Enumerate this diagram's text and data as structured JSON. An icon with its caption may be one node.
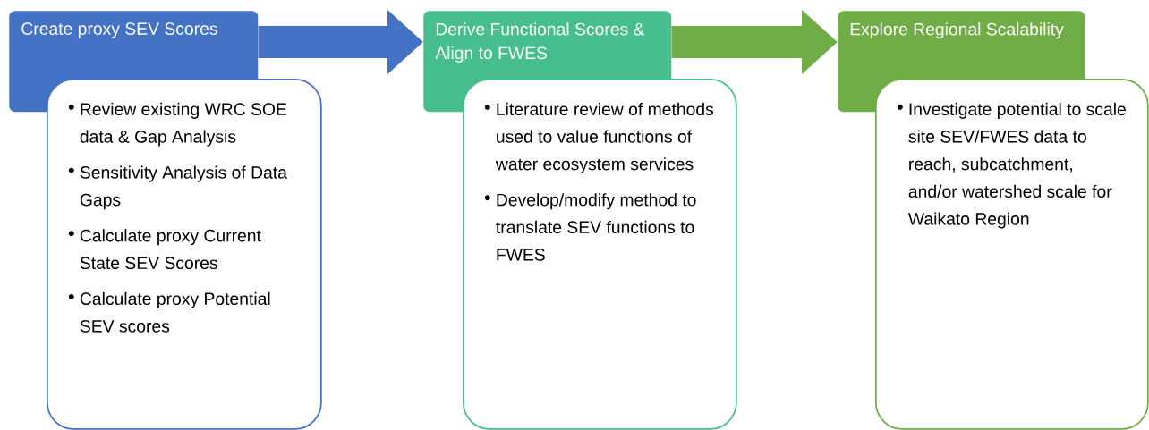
{
  "diagram": {
    "nodes": [
      {
        "text": [
          "Create proxy SEV Scores"
        ]
      },
      {
        "text": [
          "Review existing WRC SOE data & Gap Analysis",
          "Sensitivity Analysis of Data Gaps",
          "Calculate proxy Current State SEV Scores",
          "Calculate proxy Potential SEV scores"
        ]
      },
      {
        "text": [
          "Derive Functional Scores & Align to FWES"
        ]
      },
      {
        "text": [
          "Literature review of methods used to value functions of water ecosystem services",
          "Develop/modify method to translate SEV functions to FWES"
        ]
      },
      {
        "text": [
          "Explore Regional Scalability"
        ]
      },
      {
        "text": [
          "Investigate potential to scale site SEV/FWES data to reach, subcatchment, and/or watershed scale for Waikato Region"
        ]
      }
    ],
    "edges": [
      {
        "from": 0,
        "to": 2,
        "arrow": "to",
        "color": "#4472c4"
      },
      {
        "from": 2,
        "to": 4,
        "arrow": "to",
        "color": "#70ad47"
      }
    ]
  }
}
